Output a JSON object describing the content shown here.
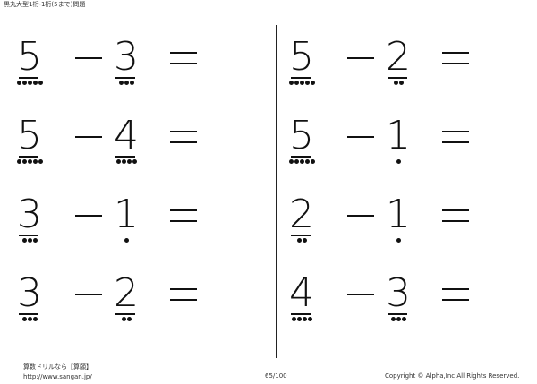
{
  "header": {
    "title": "黒丸大型1桁-1桁(5まで)問題"
  },
  "operators": {
    "minus": "−",
    "equals": "="
  },
  "problems": [
    {
      "a": "5",
      "b": "3"
    },
    {
      "a": "5",
      "b": "2"
    },
    {
      "a": "5",
      "b": "4"
    },
    {
      "a": "5",
      "b": "1"
    },
    {
      "a": "3",
      "b": "1"
    },
    {
      "a": "2",
      "b": "1"
    },
    {
      "a": "3",
      "b": "2"
    },
    {
      "a": "4",
      "b": "3"
    }
  ],
  "footer": {
    "brand": "算数ドリルなら【算願】",
    "url": "http://www.sangan.jp/",
    "page": "65/100",
    "copyright": "Copyright © Alpha,Inc All Rights Reserved."
  }
}
